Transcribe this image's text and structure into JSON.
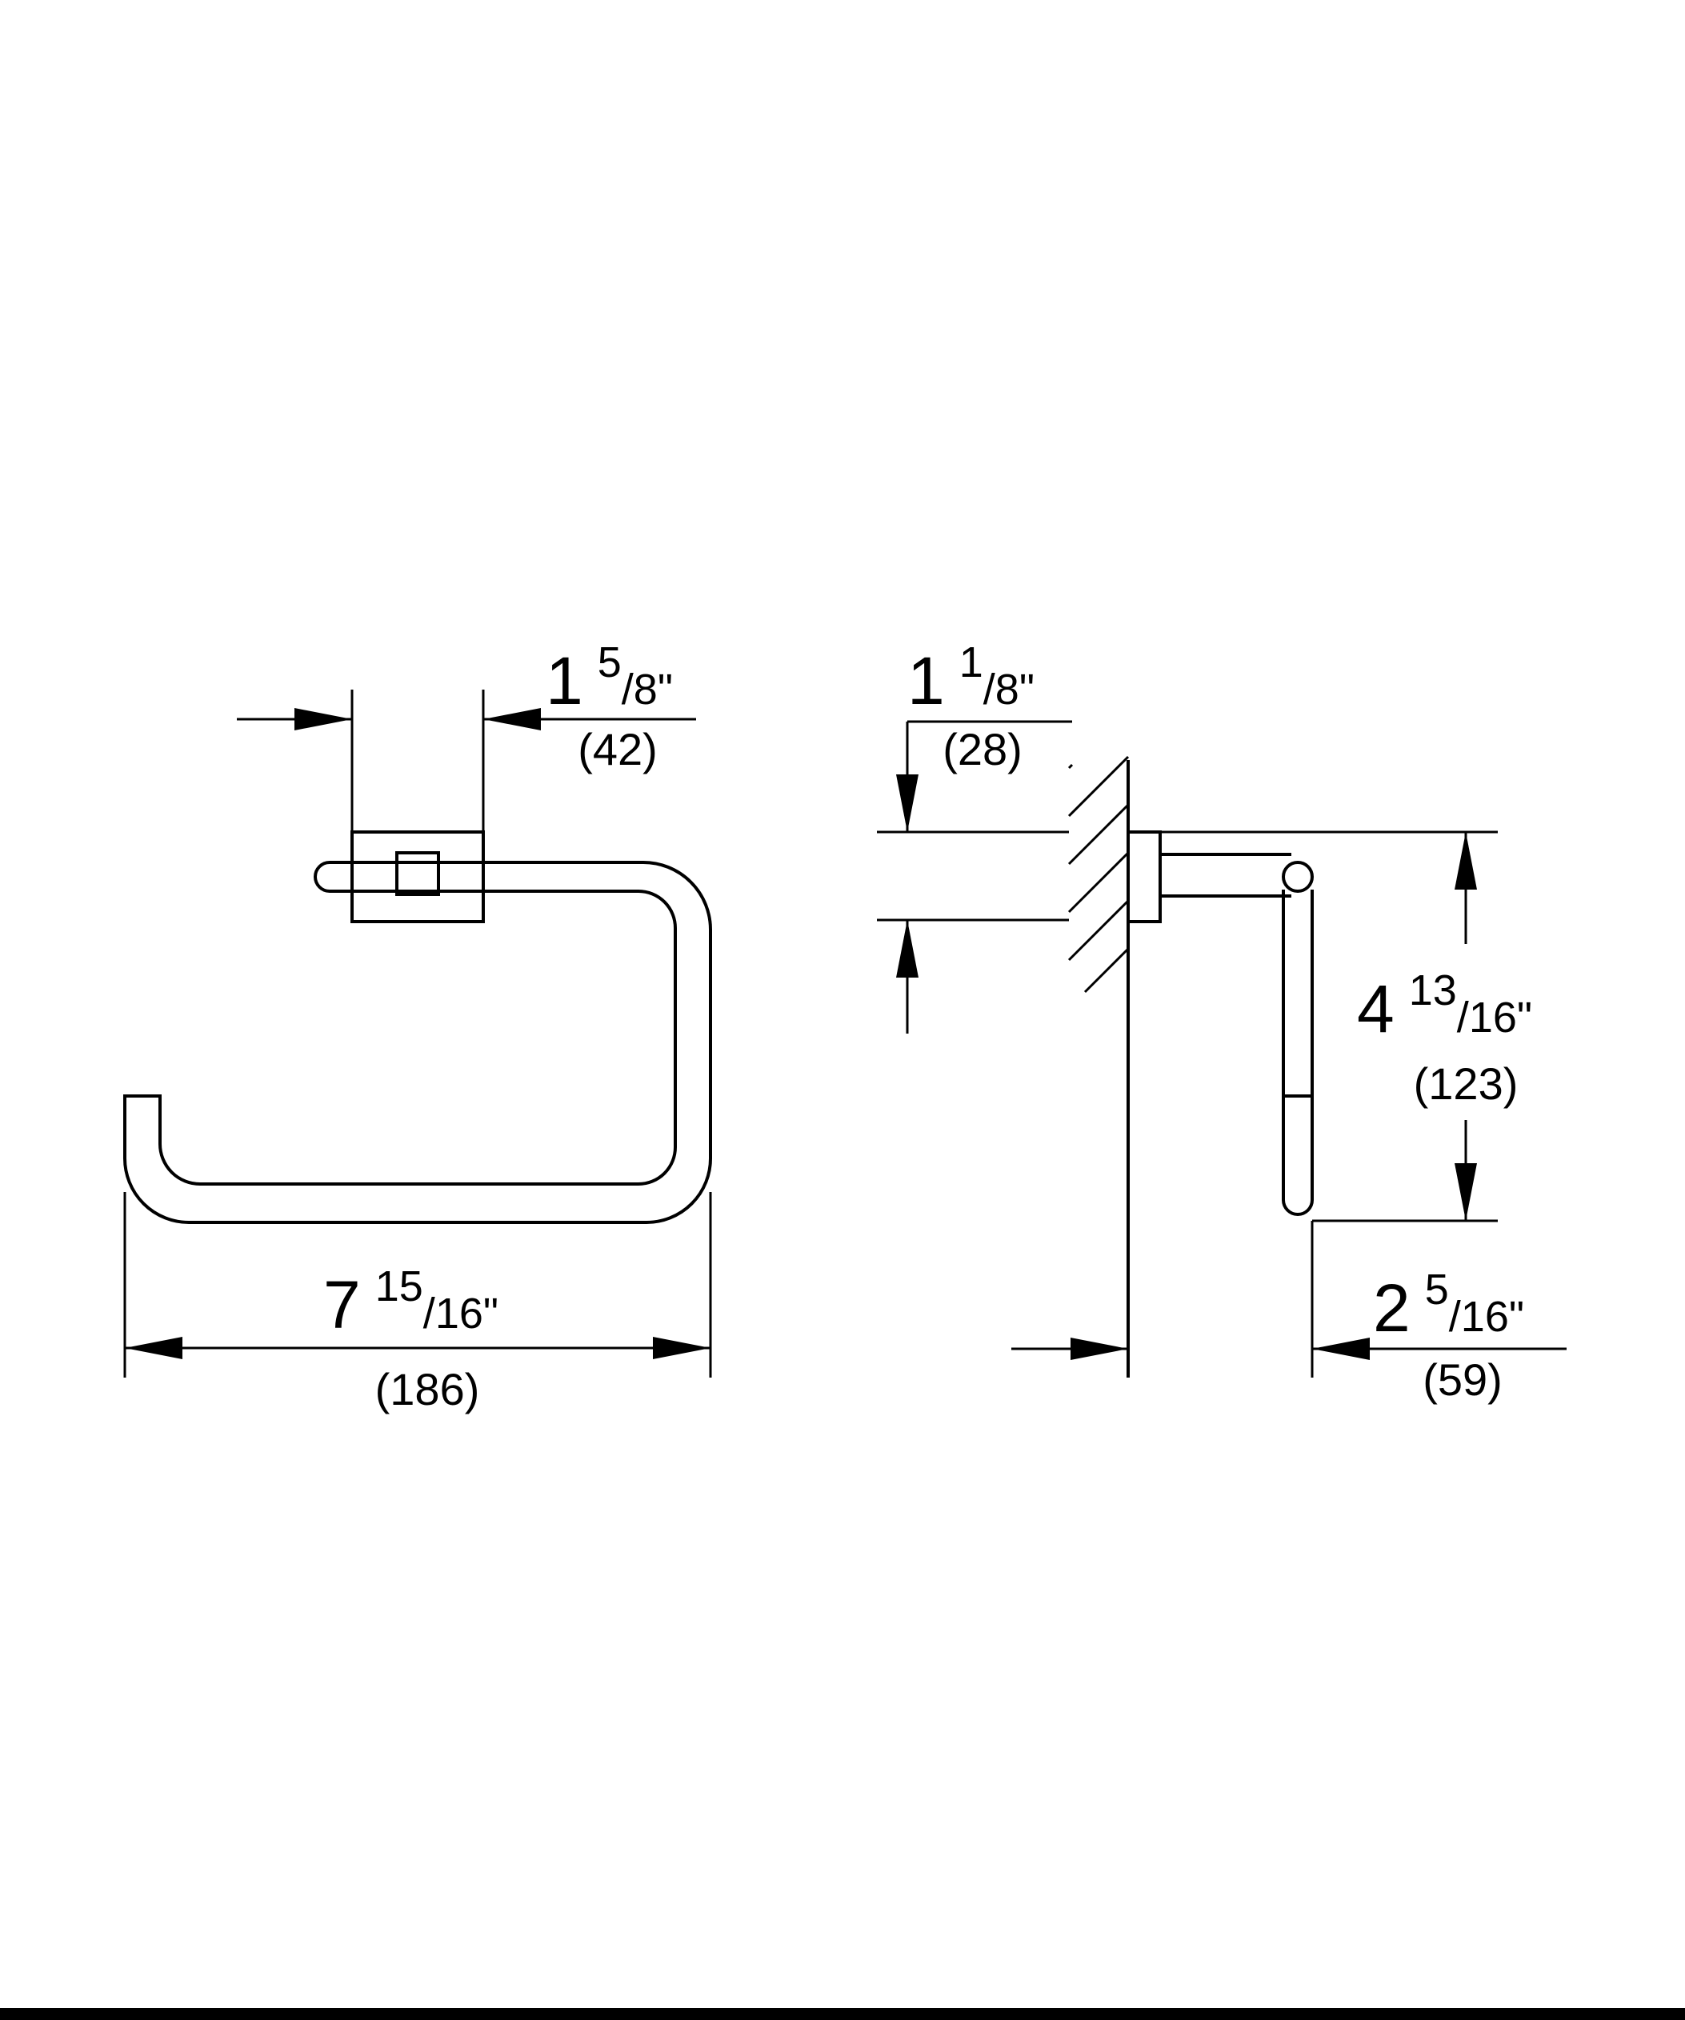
{
  "front_view": {
    "width_dim": {
      "whole": "7",
      "num": "15",
      "den": "16",
      "inch": "\"",
      "metric": "(186)"
    },
    "bracket_dim": {
      "whole": "1",
      "num": "5",
      "den": "8",
      "inch": "\"",
      "metric": "(42)"
    }
  },
  "side_view": {
    "plate_dim": {
      "whole": "1",
      "num": "1",
      "den": "8",
      "inch": "\"",
      "metric": "(28)"
    },
    "height_dim": {
      "whole": "4",
      "num": "13",
      "den": "16",
      "inch": "\"",
      "metric": "(123)"
    },
    "projection_dim": {
      "whole": "2",
      "num": "5",
      "den": "16",
      "inch": "\"",
      "metric": "(59)"
    }
  }
}
